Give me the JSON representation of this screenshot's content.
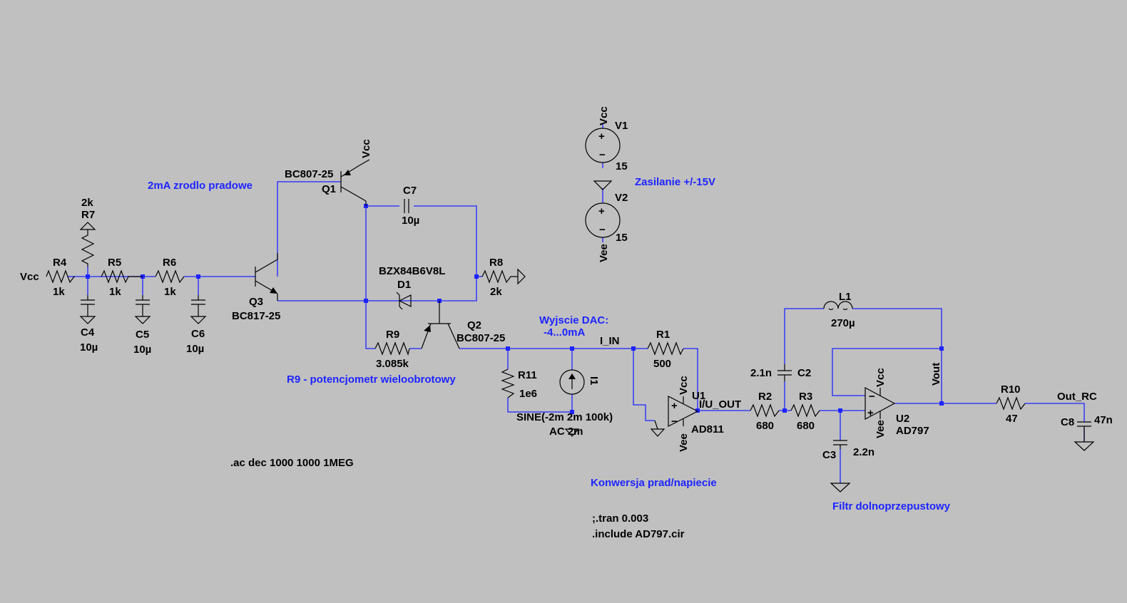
{
  "components": {
    "R4": {
      "ref": "R4",
      "value": "1k"
    },
    "R5": {
      "ref": "R5",
      "value": "1k"
    },
    "R6": {
      "ref": "R6",
      "value": "1k"
    },
    "R7": {
      "ref": "R7",
      "value": "2k"
    },
    "R8": {
      "ref": "R8",
      "value": "2k"
    },
    "R9": {
      "ref": "R9",
      "value": "3.085k"
    },
    "R11": {
      "ref": "R11",
      "value": "1e6"
    },
    "R1": {
      "ref": "R1",
      "value": "500"
    },
    "R2": {
      "ref": "R2",
      "value": "680"
    },
    "R3": {
      "ref": "R3",
      "value": "680"
    },
    "R10": {
      "ref": "R10",
      "value": "47"
    },
    "C4": {
      "ref": "C4",
      "value": "10µ"
    },
    "C5": {
      "ref": "C5",
      "value": "10µ"
    },
    "C6": {
      "ref": "C6",
      "value": "10µ"
    },
    "C7": {
      "ref": "C7",
      "value": "10µ"
    },
    "C2": {
      "ref": "C2",
      "value": "2.1n"
    },
    "C3": {
      "ref": "C3",
      "value": "2.2n"
    },
    "C8": {
      "ref": "C8",
      "value": "47n"
    },
    "L1": {
      "ref": "L1",
      "value": "270µ"
    },
    "Q1": {
      "ref": "Q1",
      "value": "BC807-25"
    },
    "Q2": {
      "ref": "Q2",
      "value": "BC807-25"
    },
    "Q3": {
      "ref": "Q3",
      "value": "BC817-25"
    },
    "D1": {
      "ref": "D1",
      "value": "BZX84B6V8L"
    },
    "U1": {
      "ref": "U1",
      "value": "AD811"
    },
    "U2": {
      "ref": "U2",
      "value": "AD797"
    },
    "V1": {
      "ref": "V1",
      "value": "15"
    },
    "V2": {
      "ref": "V2",
      "value": "15"
    },
    "I1": {
      "ref": "I1",
      "value": "SINE(-2m 2m 100k)",
      "ac": "AC 2m"
    }
  },
  "nets": {
    "vcc": "Vcc",
    "vee": "Vee",
    "i_in": "I_IN",
    "iu_out": "I/U_OUT",
    "vout": "Vout",
    "out_rc": "Out_RC"
  },
  "comments": {
    "current_source": "2mA zrodlo pradowe",
    "supply": "Zasilanie +/-15V",
    "dac_out_1": "Wyjscie DAC:",
    "dac_out_2": "-4...0mA",
    "pot": "R9 - potencjometr wieloobrotowy",
    "conversion": "Konwersja prad/napiecie",
    "filter": "Filtr dolnoprzepustowy"
  },
  "directives": {
    "ac": ".ac dec 1000 1000 1MEG",
    "tran": ";.tran 0.003",
    "include": ".include AD797.cir"
  },
  "colors": {
    "background": "#c0c0c0",
    "wire": "#1e24ff",
    "component": "#000000",
    "comment": "#1e24ff"
  }
}
